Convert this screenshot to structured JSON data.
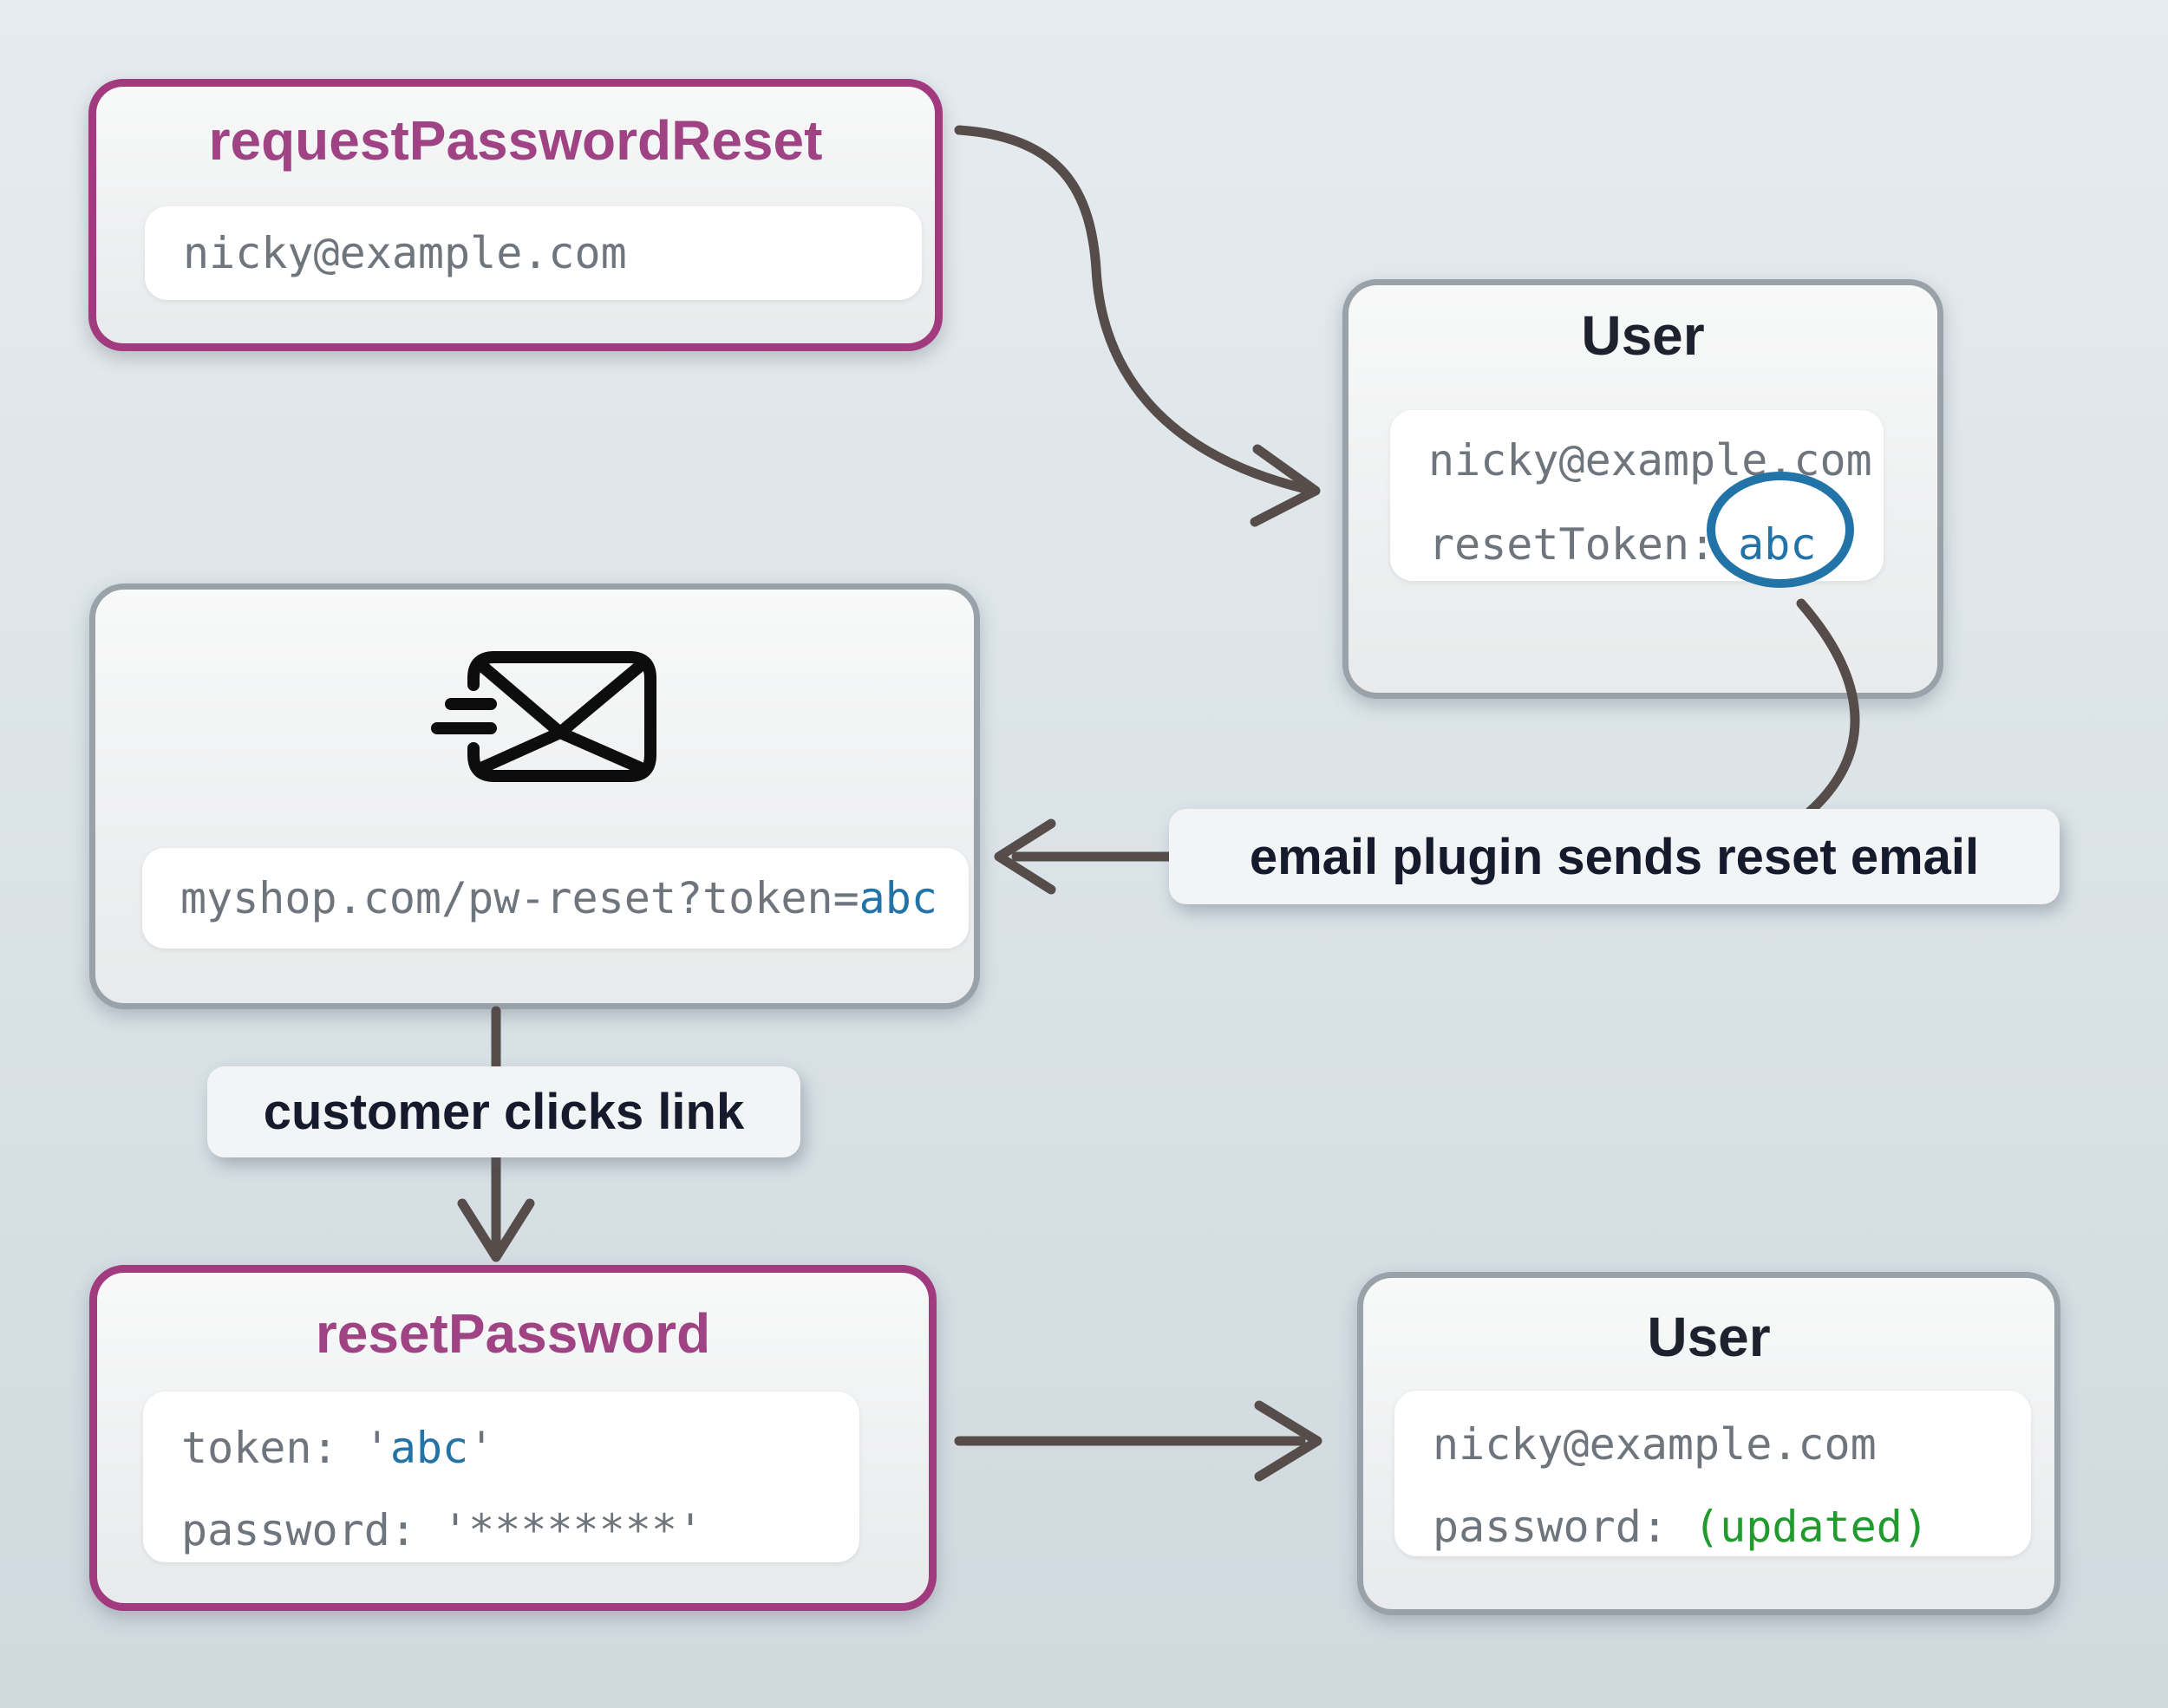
{
  "colors": {
    "purple": "#a13a7e",
    "purple_text": "#a04384",
    "gray_border": "#99a2a8",
    "dark": "#1d222e",
    "mono_gray": "#6e757d",
    "blue": "#2273a8",
    "green": "#219a2e",
    "arrow": "#564d4b",
    "label_text": "#151b2c",
    "envelope_icon": "#0d0d0d"
  },
  "request_box": {
    "title": "requestPasswordReset",
    "field_value": "nicky@example.com"
  },
  "user_token_box": {
    "title": "User",
    "email": "nicky@example.com",
    "token_label": "resetToken:",
    "token_value": "abc"
  },
  "email_link_box": {
    "url_prefix": "myshop.com/pw-reset?token=",
    "url_token": "abc"
  },
  "labels": {
    "email_plugin": "email plugin sends reset email",
    "customer_clicks": "customer clicks link"
  },
  "reset_box": {
    "title": "resetPassword",
    "token_prefix": "token: '",
    "token_value": "abc",
    "token_suffix": "'",
    "password_label": "password: ",
    "password_value": "'********'"
  },
  "user_updated_box": {
    "title": "User",
    "email": "nicky@example.com",
    "password_label": "password: ",
    "password_value": "(updated)"
  }
}
